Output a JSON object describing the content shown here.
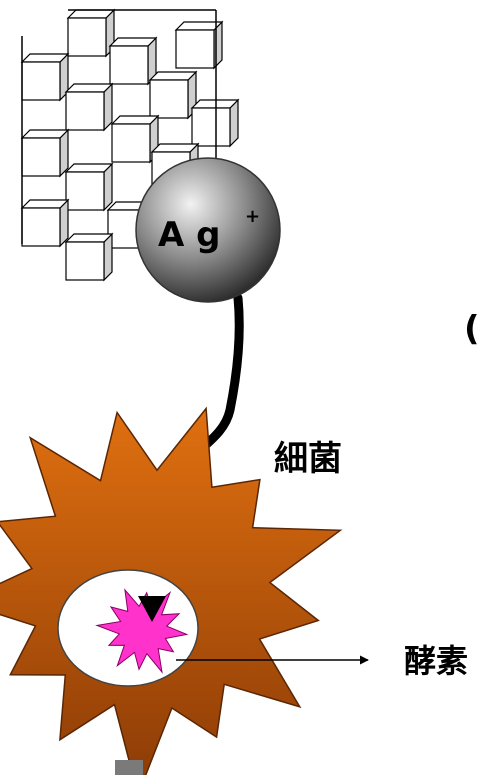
{
  "labels": {
    "ion_symbol": "A g",
    "ion_charge": "+",
    "bacteria": "細菌",
    "enzyme": "酵素",
    "paren": "("
  },
  "colors": {
    "sphere_light": "#f2f2f2",
    "sphere_mid": "#8a8a8a",
    "sphere_dark": "#2e2e2e",
    "burst_light": "#e07010",
    "burst_dark": "#8a3a06",
    "enzyme": "#ff33cc",
    "cube_top": "#ffffff",
    "cube_side": "#cfcfcf",
    "block_grey": "#7a7a7a"
  },
  "icons": {
    "substrate": "cube-lattice-icon",
    "ion": "sphere-icon",
    "bacteria": "burst-icon",
    "enzyme": "star-burst-icon"
  }
}
